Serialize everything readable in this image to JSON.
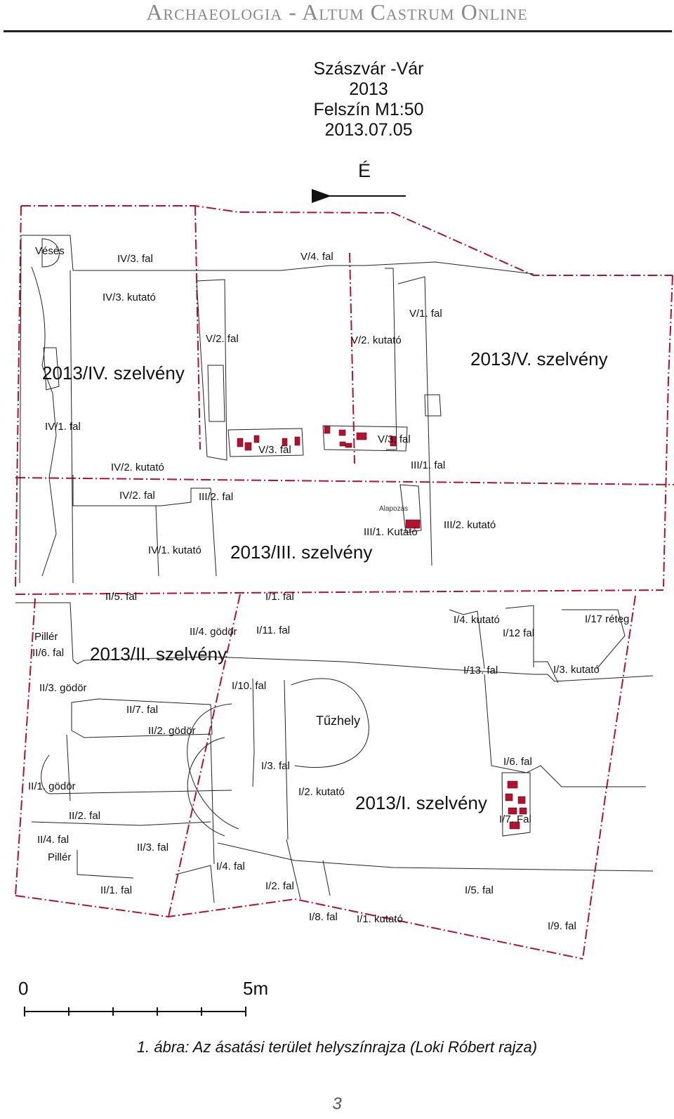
{
  "journal": {
    "title": "Archaeologia - Altum Castrum Online"
  },
  "plan": {
    "title_lines": [
      "Szászvár -Vár",
      "2013",
      "Felszín M1:50",
      "2013.07.05"
    ],
    "north_label": "É",
    "sections": {
      "s4": "2013/IV. szelvény",
      "s5": "2013/V. szelvény",
      "s3": "2013/III. szelvény",
      "s2": "2013/II. szelvény",
      "s1": "2013/I. szelvény"
    },
    "labels": {
      "veses": "Vésés",
      "iv3_fal": "IV/3. fal",
      "v4_fal": "V/4. fal",
      "iv3_kutato": "IV/3. kutató",
      "v1_fal": "V/1. fal",
      "v2_fal": "V/2. fal",
      "v2_kutato": "V/2. kutató",
      "iv1_fal": "IV/1. fal",
      "v3_fal_a": "V/3. fal",
      "v3_fal_b": "V/3. fal",
      "iv2_kutato": "IV/2. kutató",
      "iii1_fal": "III/1. fal",
      "iv2_fal": "IV/2. fal",
      "iii2_fal": "III/2. fal",
      "alapozas": "Alapozás",
      "iii1_kutato": "III/1. Kutató",
      "iii2_kutato": "III/2. kutató",
      "iv1_kutato": "IV/1. kutató",
      "ii5_fal": "II/5. fal",
      "i1_fal_top": "I/1. fal",
      "i4_kutato": "I/4. kutató",
      "i17_reteg": "I/17 réteg",
      "piller_a": "Pillér",
      "ii4_godor": "II/4. gödör",
      "i11_fal": "I/11. fal",
      "i12_fal": "I/12 fal",
      "ii6_fal": "II/6. fal",
      "i13_fal": "I/13. fal",
      "i3_kutato": "I/3. kutató",
      "ii3_godor": "II/3. gödör",
      "i10_fal": "I/10. fal",
      "ii7_fal": "II/7. fal",
      "tuzhely": "Tűzhely",
      "ii2_godor": "II/2. gödör",
      "i3_fal": "I/3. fal",
      "i6_fal": "I/6. fal",
      "ii1_godor": "II/1. gödör",
      "i2_kutato": "I/2. kutató",
      "ii2_fal": "II/2. fal",
      "i7_fal": "I/7. Fal",
      "ii4_fal": "II/4. fal",
      "ii3_fal": "II/3. fal",
      "piller_b": "Pillér",
      "i4_fal": "I/4. fal",
      "ii1_fal": "II/1. fal",
      "i2_fal": "I/2. fal",
      "i5_fal": "I/5. fal",
      "i8_fal": "I/8. fal",
      "i1_kutato": "I/1. kutató",
      "i9_fal": "I/9. fal"
    },
    "colors": {
      "boundary": "#b3122e",
      "stone": "#b3122e",
      "line": "#222222"
    }
  },
  "scale": {
    "zero": "0",
    "five": "5m"
  },
  "caption": "1. ábra: Az ásatási terület helyszínrajza (Loki Róbert rajza)",
  "page_number": "3"
}
